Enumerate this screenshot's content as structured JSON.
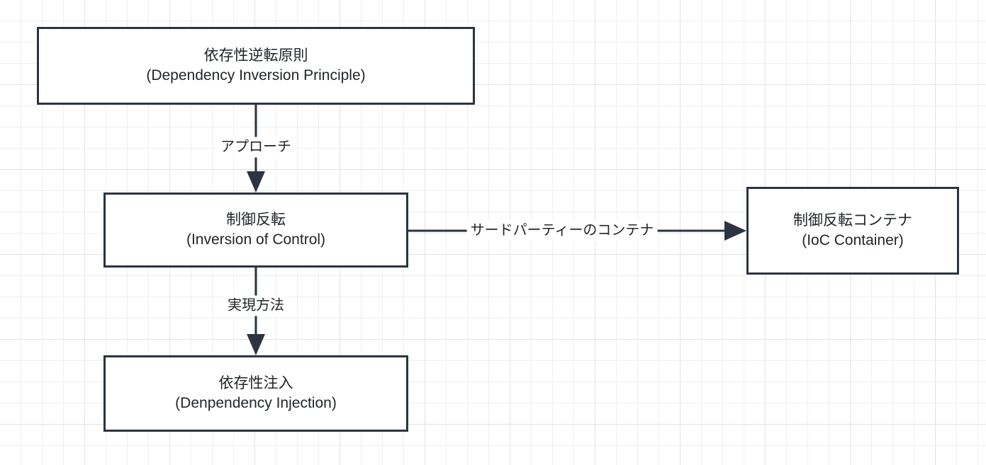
{
  "diagram": {
    "type": "flowchart",
    "background": "grid-paper",
    "colors": {
      "node_border": "#2b3440",
      "node_fill": "#ffffff",
      "edge": "#2b3440",
      "text": "#222629",
      "grid_minor": "#efefef",
      "grid_major": "#e2e2e2"
    },
    "nodes": [
      {
        "id": "dip",
        "title_jp": "依存性逆転原則",
        "title_en": "(Dependency Inversion Principle)"
      },
      {
        "id": "ioc",
        "title_jp": "制御反転",
        "title_en": "(Inversion of Control)"
      },
      {
        "id": "di",
        "title_jp": "依存性注入",
        "title_en": "(Denpendency Injection)"
      },
      {
        "id": "container",
        "title_jp": "制御反転コンテナ",
        "title_en": "(IoC Container)"
      }
    ],
    "edges": [
      {
        "id": "dip-to-ioc",
        "from": "dip",
        "to": "ioc",
        "label": "アプローチ",
        "direction": "down"
      },
      {
        "id": "ioc-to-di",
        "from": "ioc",
        "to": "di",
        "label": "実現方法",
        "direction": "down"
      },
      {
        "id": "ioc-to-container",
        "from": "ioc",
        "to": "container",
        "label": "サードパーティーのコンテナ",
        "direction": "right"
      }
    ]
  }
}
